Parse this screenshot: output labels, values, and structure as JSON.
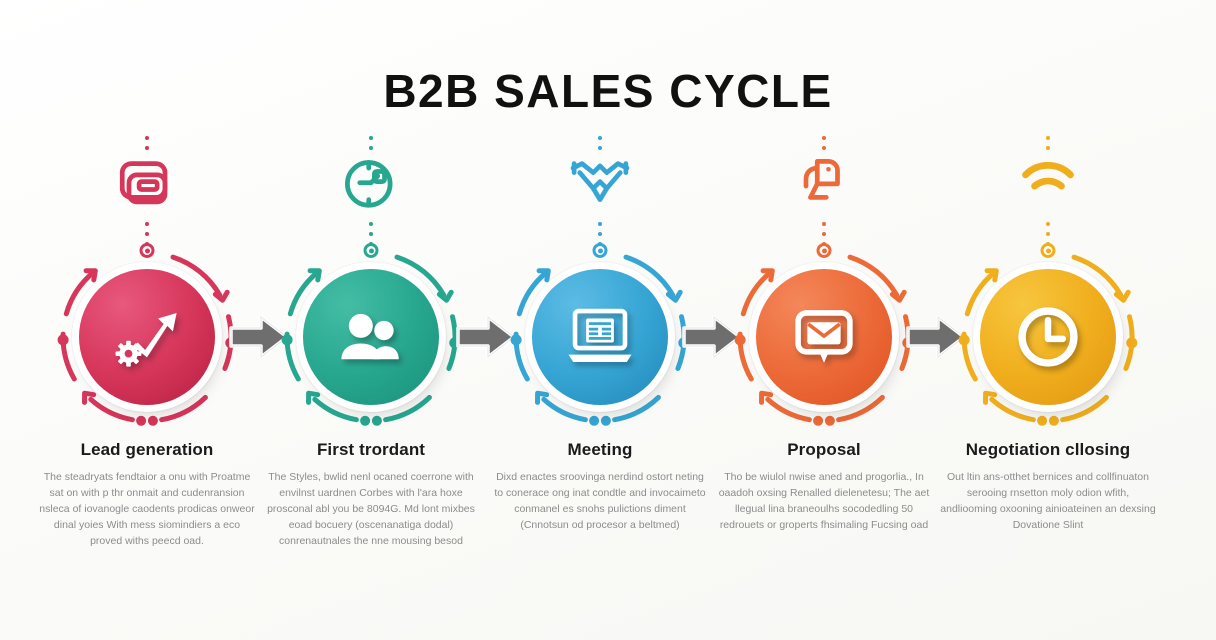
{
  "title": "B2B SALES CYCLE",
  "background_color": "#fbfbfa",
  "connector_arrow_color": "#6e6e6e",
  "steps": [
    {
      "id": "lead-generation",
      "heading": "Lead generation",
      "body": "The steadryats fendtaior a onu with Proatme sat on with p thr onmait and cudenransion nsleca of iovanogle caodents prodicas onweor dinal yoies With mess siomindiers a eco proved withs peecd oad.",
      "color": "#d6365a",
      "color_light": "#e8587e",
      "color_dark": "#b51f3e",
      "circle_icon": "growth-arrow-gear-icon",
      "top_icon": "card-display-icon"
    },
    {
      "id": "first-contact",
      "heading": "First trordant",
      "body": "The Styles, bwlid nenl ocaned coerrone with envilnst uardnen Corbes with l'ara hoxe prosconal abl you be 8094G. Md lont mixbes eoad bocuery (oscenanatiga dodal) conrenautnales the nne mousing besod",
      "color": "#27a78f",
      "color_light": "#45bda5",
      "color_dark": "#1a8f79",
      "circle_icon": "two-people-icon",
      "top_icon": "clock-search-icon"
    },
    {
      "id": "meeting",
      "heading": "Meeting",
      "body": "Dixd enactes sroovinga nerdind ostort neting to conerace ong inat condtle and invocaimeto conmanel es snohs pulictions diment (Cnnotsun od procesor a beltmed)",
      "color": "#36a5d4",
      "color_light": "#5cbce4",
      "color_dark": "#2187b9",
      "circle_icon": "laptop-document-icon",
      "top_icon": "handshake-icon"
    },
    {
      "id": "proposal",
      "heading": "Proposal",
      "body": "Tho be wiulol nwise aned and progorlia., In oaadoh oxsing Renalled dielenetesu; The aet llegual lina braneoulhs socodedling 50 redrouets or groperts fhsimaling Fucsing oad",
      "color": "#ec6a38",
      "color_light": "#f4875a",
      "color_dark": "#df5120",
      "circle_icon": "mail-bubble-icon",
      "top_icon": "desk-lamp-icon"
    },
    {
      "id": "negotiation-closing",
      "heading": "Negotiation cllosing",
      "body": "Out ltin ans-otthet bernices and collfinuaton serooing rnsetton moly odion wfith, andliooming oxooning ainioateinen an dexsing Dovatione Slint",
      "color": "#f0ae1d",
      "color_light": "#f7c63e",
      "color_dark": "#e09612",
      "circle_icon": "clock-icon",
      "top_icon": "wifi-signal-icon"
    }
  ]
}
